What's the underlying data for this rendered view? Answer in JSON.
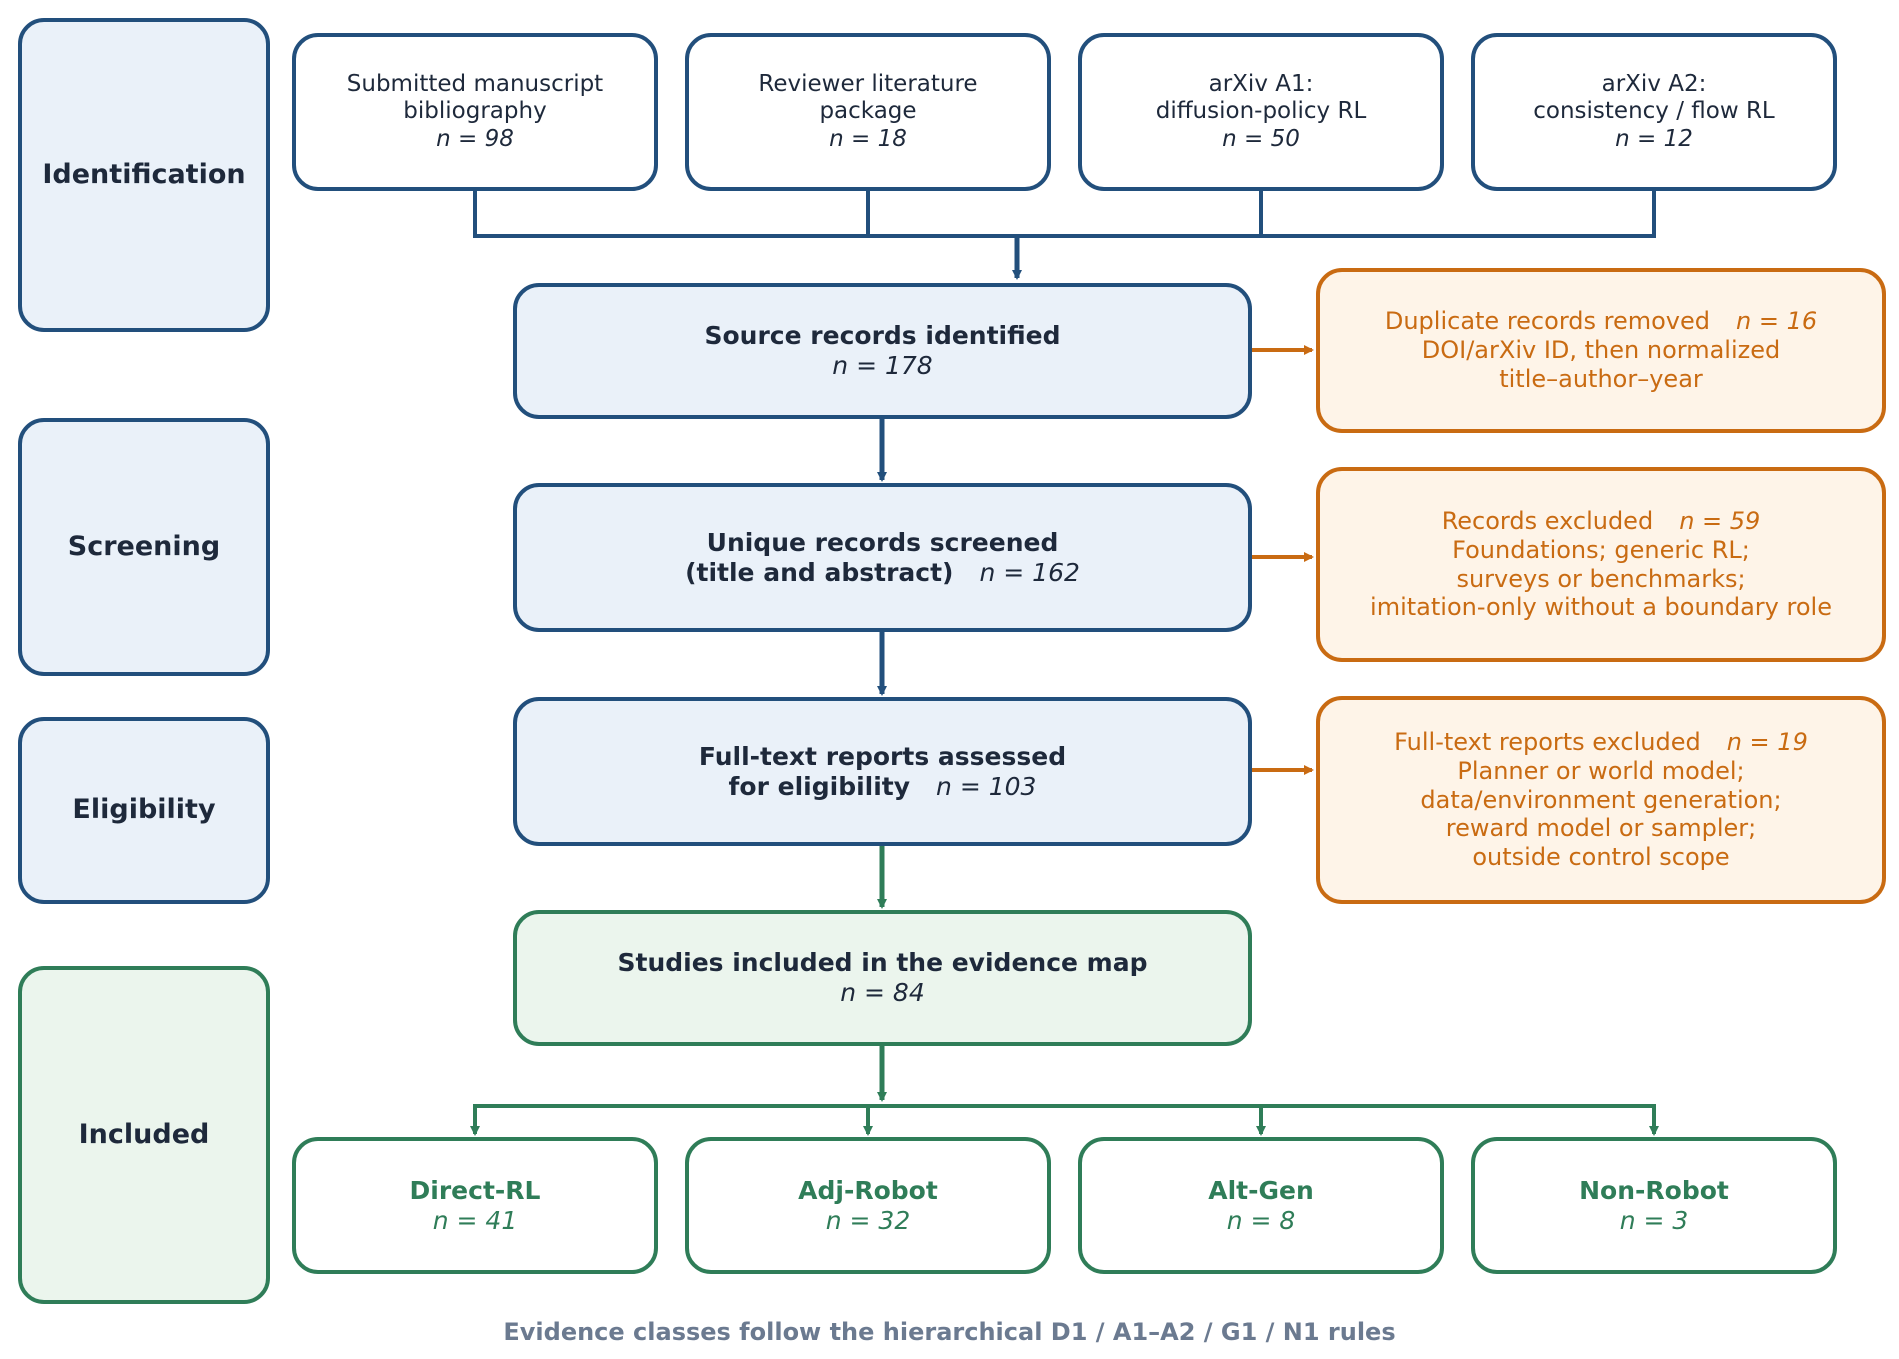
{
  "phases": {
    "identification": "Identification",
    "screening": "Screening",
    "eligibility": "Eligibility",
    "included": "Included"
  },
  "sources": [
    {
      "line1": "Submitted manuscript",
      "line2": "bibliography",
      "count": "n = 98"
    },
    {
      "line1": "Reviewer literature",
      "line2": "package",
      "count": "n = 18"
    },
    {
      "line1": "arXiv A1:",
      "line2": "diffusion-policy RL",
      "count": "n = 50"
    },
    {
      "line1": "arXiv A2:",
      "line2": "consistency / flow RL",
      "count": "n = 12"
    }
  ],
  "steps": {
    "identified": {
      "title": "Source records identified",
      "count": "n = 178"
    },
    "screened": {
      "title_line1": "Unique records screened",
      "title_line2": "(title and abstract)",
      "count": "n = 162"
    },
    "assessed": {
      "title_line1": "Full-text reports assessed",
      "title_line2": "for eligibility",
      "count": "n = 103"
    },
    "included": {
      "title": "Studies included in the evidence map",
      "count": "n = 84"
    }
  },
  "exclusions": {
    "duplicates": {
      "title": "Duplicate records removed",
      "count": "n = 16",
      "line2": "DOI/arXiv ID, then normalized",
      "line3": "title–author–year"
    },
    "records": {
      "title": "Records excluded",
      "count": "n = 59",
      "line2": "Foundations; generic RL;",
      "line3": "surveys or benchmarks;",
      "line4": "imitation-only without a boundary role"
    },
    "fulltext": {
      "title": "Full-text reports excluded",
      "count": "n = 19",
      "line2": "Planner or world model;",
      "line3": "data/environment generation;",
      "line4": "reward model or sampler;",
      "line5": "outside control scope"
    }
  },
  "classes": [
    {
      "label": "Direct-RL",
      "count": "n = 41"
    },
    {
      "label": "Adj-Robot",
      "count": "n = 32"
    },
    {
      "label": "Alt-Gen",
      "count": "n = 8"
    },
    {
      "label": "Non-Robot",
      "count": "n = 3"
    }
  ],
  "footer": "Evidence classes follow the hierarchical D1 / A1–A2 / G1 / N1 rules",
  "colors": {
    "blue": "#224f7c",
    "green": "#2f7d58",
    "orange": "#c96b12",
    "blue_fill": "#eaf1f9",
    "green_fill": "#ebf5ed",
    "orange_fill": "#fef4e8"
  }
}
